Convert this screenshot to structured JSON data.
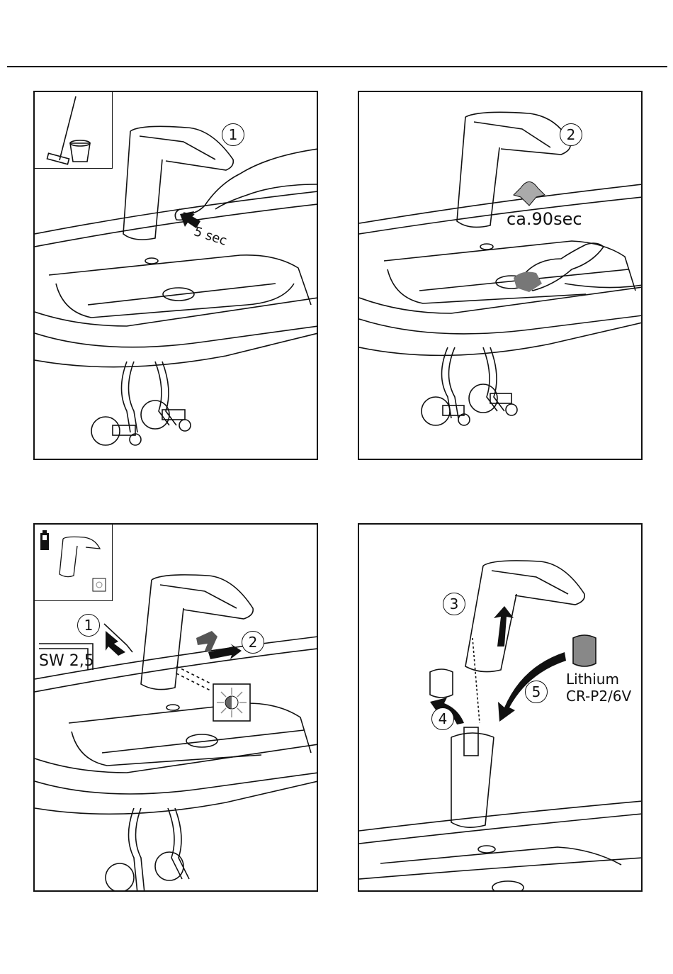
{
  "panels": {
    "p1": {
      "step": "1",
      "time": "5 sec"
    },
    "p2": {
      "step": "2",
      "time": "ca.90sec"
    },
    "p3": {
      "step_a": "1",
      "step_b": "2",
      "tool": "SW 2,5"
    },
    "p4": {
      "step_a": "3",
      "step_b": "4",
      "step_c": "5",
      "battery_type": "Lithium",
      "battery_model": "CR-P2/6V"
    }
  },
  "icons": {
    "p1_inset": "mop-and-bucket-icon",
    "p3_inset": "low-battery-icon",
    "p3_light": "blinking-light-icon"
  }
}
